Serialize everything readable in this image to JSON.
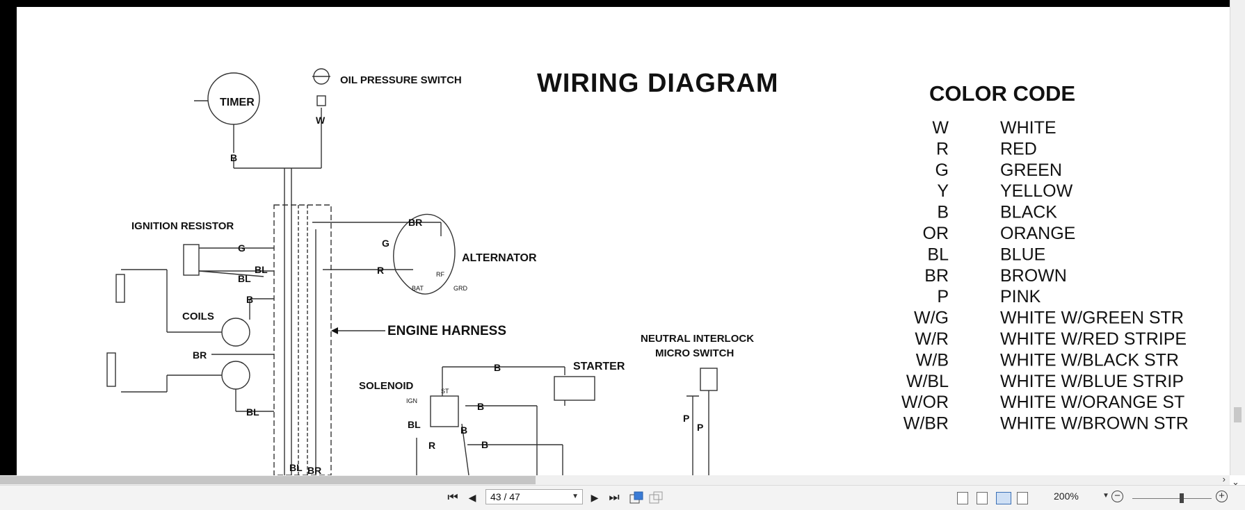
{
  "diagram": {
    "title": "WIRING DIAGRAM",
    "labels": {
      "timer": "TIMER",
      "oil_pressure_switch": "OIL PRESSURE SWITCH",
      "ignition_resistor": "IGNITION RESISTOR",
      "coils": "COILS",
      "alternator": "ALTERNATOR",
      "engine_harness": "ENGINE HARNESS",
      "starter": "STARTER",
      "solenoid": "SOLENOID",
      "neutral_interlock_1": "NEUTRAL INTERLOCK",
      "neutral_interlock_2": "MICRO SWITCH"
    },
    "wire_labels": {
      "w": "W",
      "b_timer": "B",
      "g": "G",
      "bl_1": "BL",
      "bl_2": "BL",
      "b_coil": "B",
      "br_coil": "BR",
      "bl_bottom": "BL",
      "br_alt": "BR",
      "g_alt": "G",
      "r_alt": "R",
      "b_starter": "B",
      "b_sol_1": "B",
      "b_sol_2": "B",
      "b_sol_3": "B",
      "bl_sol": "BL",
      "r_sol": "R",
      "p_1": "P",
      "p_2": "P",
      "bl_base": "BL",
      "br_base": "BR"
    },
    "alt_terminals": {
      "bat": "BAT",
      "rf": "RF",
      "grd": "GRD"
    },
    "solenoid_terminals": {
      "ign": "IGN",
      "st": "ST"
    }
  },
  "color_code": {
    "title": "COLOR CODE",
    "rows": [
      {
        "code": "W",
        "name": "WHITE"
      },
      {
        "code": "R",
        "name": "RED"
      },
      {
        "code": "G",
        "name": "GREEN"
      },
      {
        "code": "Y",
        "name": "YELLOW"
      },
      {
        "code": "B",
        "name": "BLACK"
      },
      {
        "code": "OR",
        "name": "ORANGE"
      },
      {
        "code": "BL",
        "name": "BLUE"
      },
      {
        "code": "BR",
        "name": "BROWN"
      },
      {
        "code": "P",
        "name": "PINK"
      },
      {
        "code": "W/G",
        "name": "WHITE W/GREEN STR"
      },
      {
        "code": "W/R",
        "name": "WHITE W/RED STRIPE"
      },
      {
        "code": "W/B",
        "name": "WHITE W/BLACK STR"
      },
      {
        "code": "W/BL",
        "name": "WHITE W/BLUE STRIP"
      },
      {
        "code": "W/OR",
        "name": "WHITE W/ORANGE ST"
      },
      {
        "code": "W/BR",
        "name": "WHITE W/BROWN STR"
      }
    ]
  },
  "toolbar": {
    "page_indicator": "43 / 47",
    "zoom_level": "200%"
  },
  "icons": {
    "first_page": "⏮",
    "prev_page": "◀",
    "next_page": "▶",
    "last_page": "⏭",
    "zoom_out": "−",
    "zoom_in": "+",
    "scroll_right": "›",
    "scroll_down": "⌄"
  }
}
